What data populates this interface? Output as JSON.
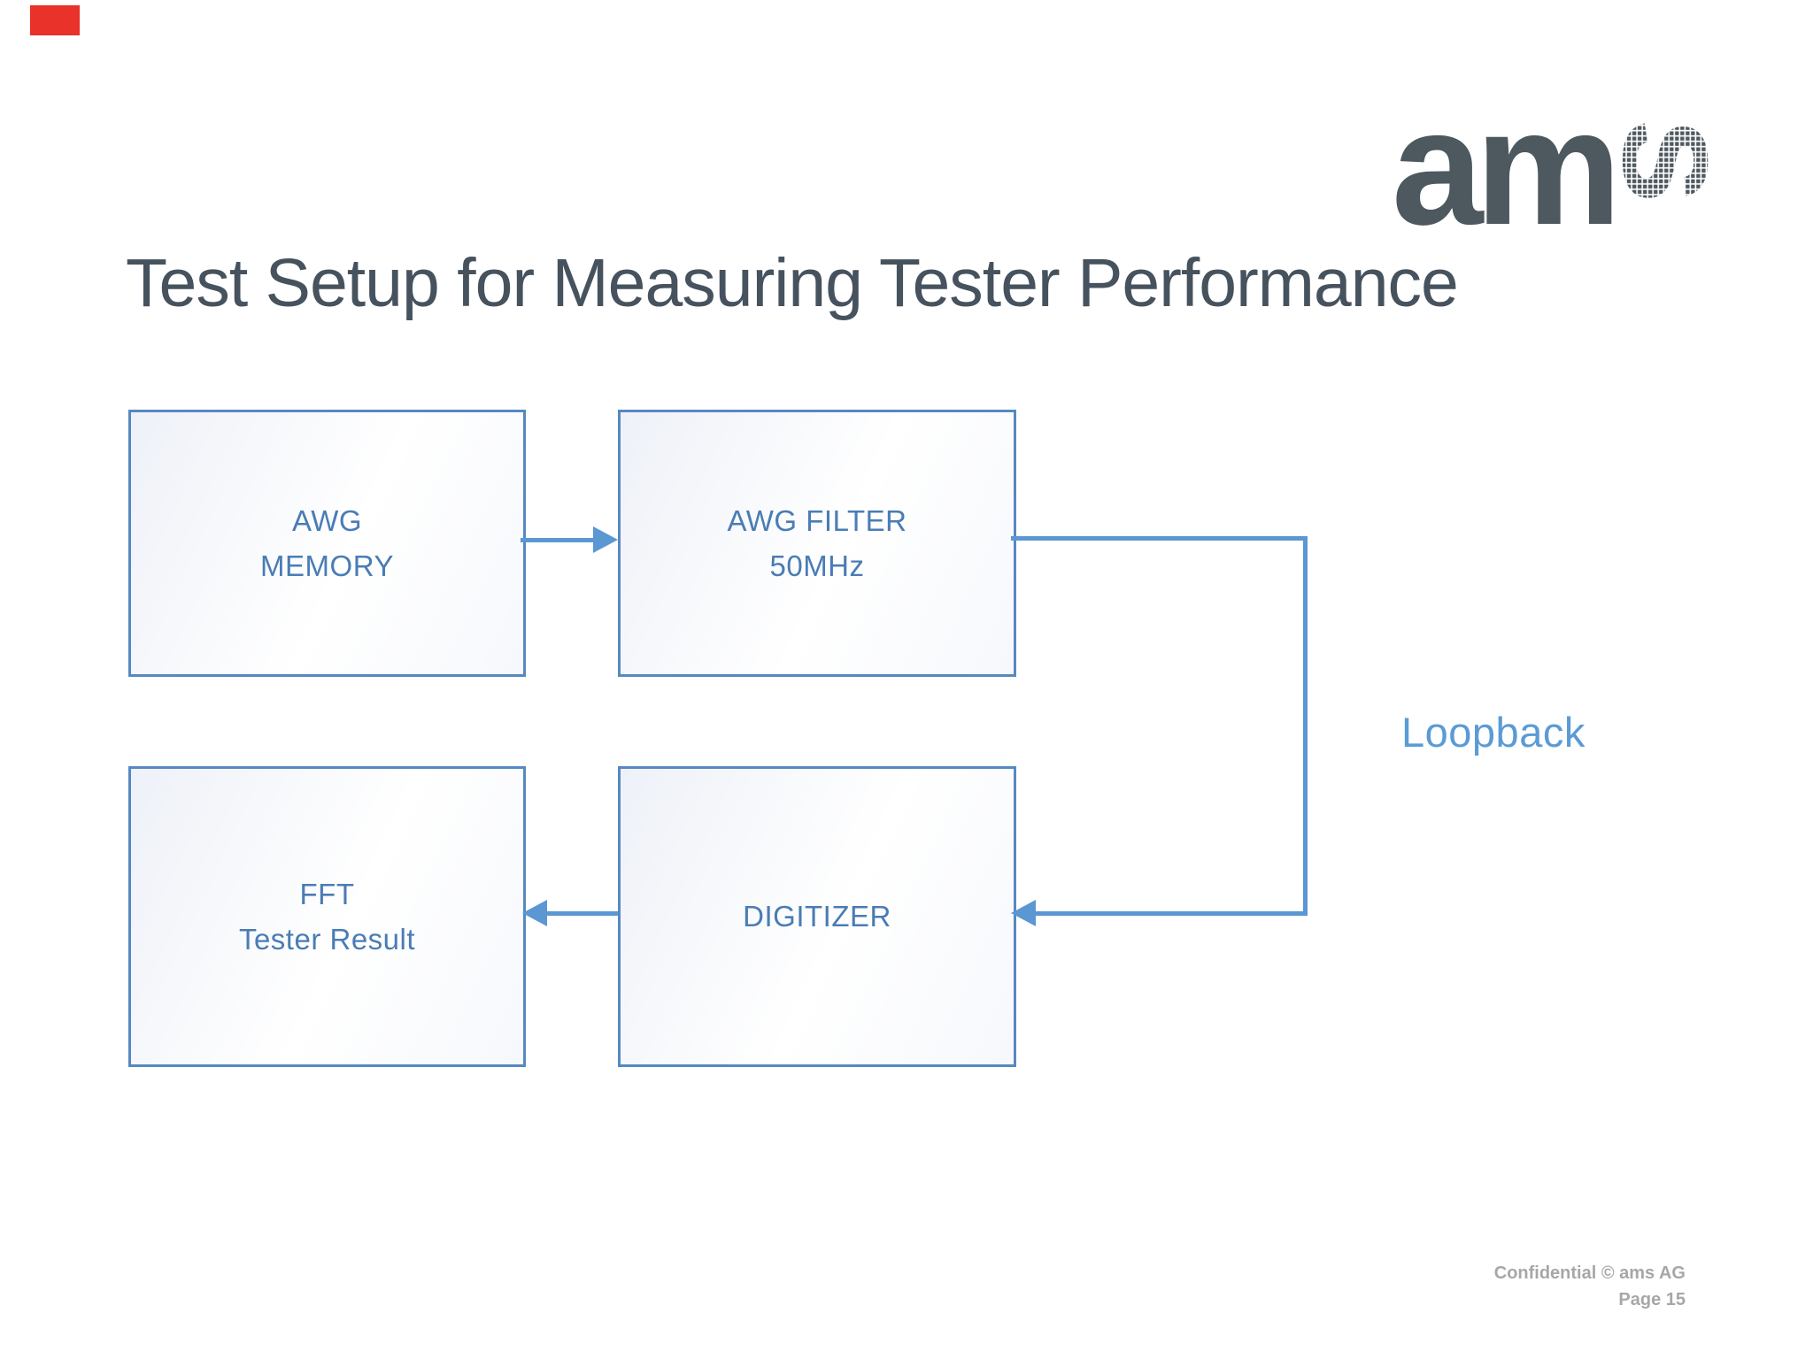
{
  "marker": {
    "color": "#e8322a"
  },
  "logo": {
    "am": "am",
    "s": "s",
    "color": "#4d585f"
  },
  "title": "Test Setup for Measuring Tester Performance",
  "diagram": {
    "boxes": [
      {
        "id": "awg-memory",
        "lines": [
          "AWG",
          "MEMORY"
        ]
      },
      {
        "id": "awg-filter",
        "lines": [
          "AWG FILTER",
          "50MHz"
        ]
      },
      {
        "id": "fft",
        "lines": [
          "FFT",
          "Tester Result"
        ]
      },
      {
        "id": "digitizer",
        "lines": [
          "DIGITIZER"
        ]
      }
    ],
    "connections": [
      {
        "from": "awg-memory",
        "to": "awg-filter",
        "direction": "right"
      },
      {
        "from": "awg-filter",
        "to": "digitizer",
        "direction": "loopback-down-left"
      },
      {
        "from": "digitizer",
        "to": "fft",
        "direction": "left"
      }
    ],
    "loopback_label": "Loopback",
    "colors": {
      "box_border": "#5689c0",
      "box_text": "#4a7cb5",
      "arrow": "#5b97d2",
      "loopback_text": "#5b9bd5",
      "title_text": "#46535e"
    }
  },
  "footer": {
    "line1": "Confidential © ams AG",
    "line2": "Page 15"
  }
}
